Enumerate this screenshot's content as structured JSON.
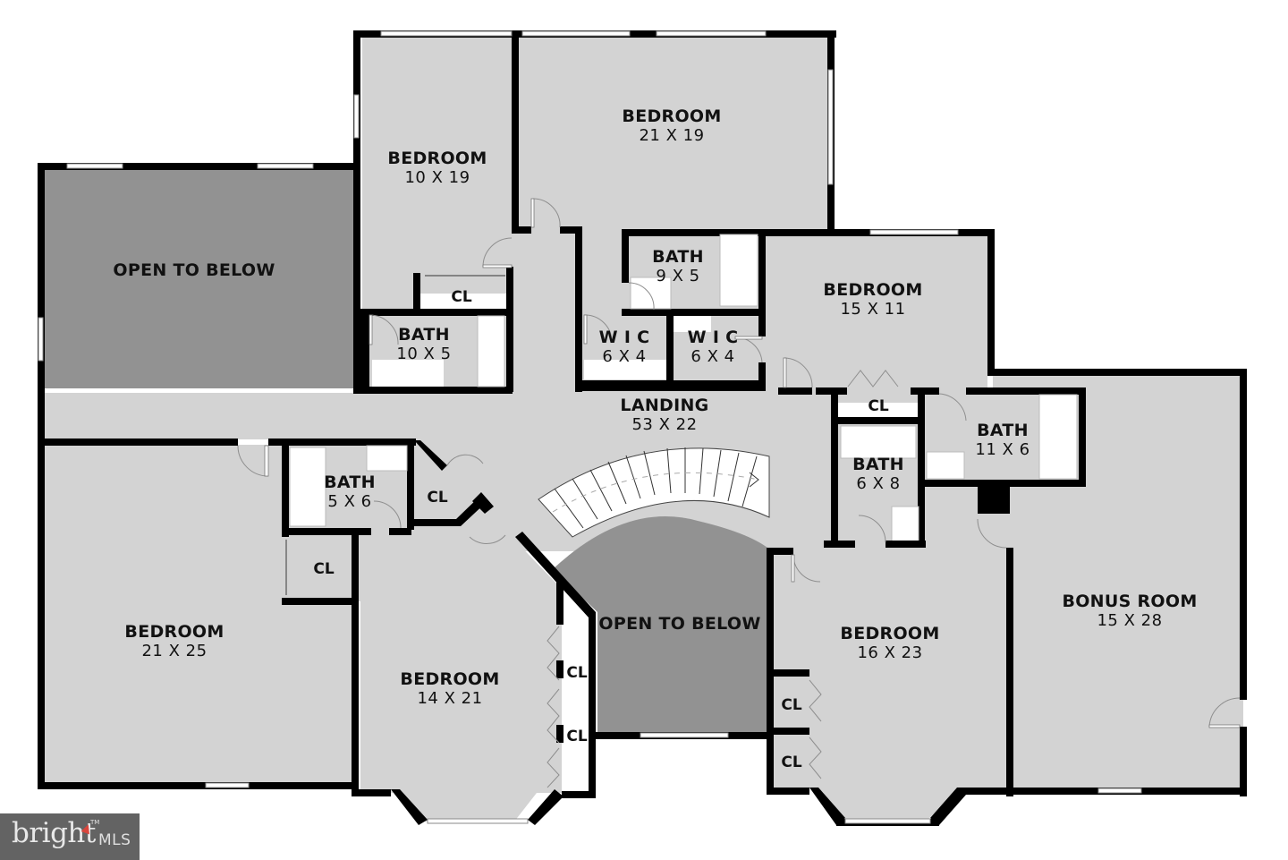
{
  "floor_plan": {
    "rooms": [
      {
        "id": "open-below-left",
        "name": "OPEN TO BELOW",
        "dims": ""
      },
      {
        "id": "bedroom-10x19",
        "name": "BEDROOM",
        "dims": "10 X 19"
      },
      {
        "id": "bedroom-21x19",
        "name": "BEDROOM",
        "dims": "21 X 19"
      },
      {
        "id": "bath-9x5",
        "name": "BATH",
        "dims": "9 X 5"
      },
      {
        "id": "bedroom-15x11",
        "name": "BEDROOM",
        "dims": "15 X 11"
      },
      {
        "id": "bath-10x5",
        "name": "BATH",
        "dims": "10 X 5"
      },
      {
        "id": "wic-left",
        "name": "W I C",
        "dims": "6 X 4"
      },
      {
        "id": "wic-right",
        "name": "W I C",
        "dims": "6 X 4"
      },
      {
        "id": "landing",
        "name": "LANDING",
        "dims": "53 X 22"
      },
      {
        "id": "bath-11x6",
        "name": "BATH",
        "dims": "11 X 6"
      },
      {
        "id": "bath-6x8",
        "name": "BATH",
        "dims": "6 X 8"
      },
      {
        "id": "bath-5x6",
        "name": "BATH",
        "dims": "5 X 6"
      },
      {
        "id": "bedroom-21x25",
        "name": "BEDROOM",
        "dims": "21 X 25"
      },
      {
        "id": "bedroom-14x21",
        "name": "BEDROOM",
        "dims": "14 X 21"
      },
      {
        "id": "open-below-center",
        "name": "OPEN TO BELOW",
        "dims": ""
      },
      {
        "id": "bedroom-16x23",
        "name": "BEDROOM",
        "dims": "16 X 23"
      },
      {
        "id": "bonus-room",
        "name": "BONUS ROOM",
        "dims": "15 X 28"
      }
    ],
    "closets": [
      {
        "id": "cl-top",
        "label": "CL"
      },
      {
        "id": "cl-center-right",
        "label": "CL"
      },
      {
        "id": "cl-angled",
        "label": "CL"
      },
      {
        "id": "cl-left",
        "label": "CL"
      },
      {
        "id": "cl-14x21-a",
        "label": "CL"
      },
      {
        "id": "cl-14x21-b",
        "label": "CL"
      },
      {
        "id": "cl-16x23-a",
        "label": "CL"
      },
      {
        "id": "cl-16x23-b",
        "label": "CL"
      }
    ],
    "colors": {
      "floor": "#d3d3d3",
      "open_to_below": "#929292",
      "wall": "#000000",
      "background": "#ffffff"
    }
  },
  "watermark": {
    "brand": "bright",
    "suffix": "MLS",
    "trademark": "TM",
    "background": "#636363"
  }
}
